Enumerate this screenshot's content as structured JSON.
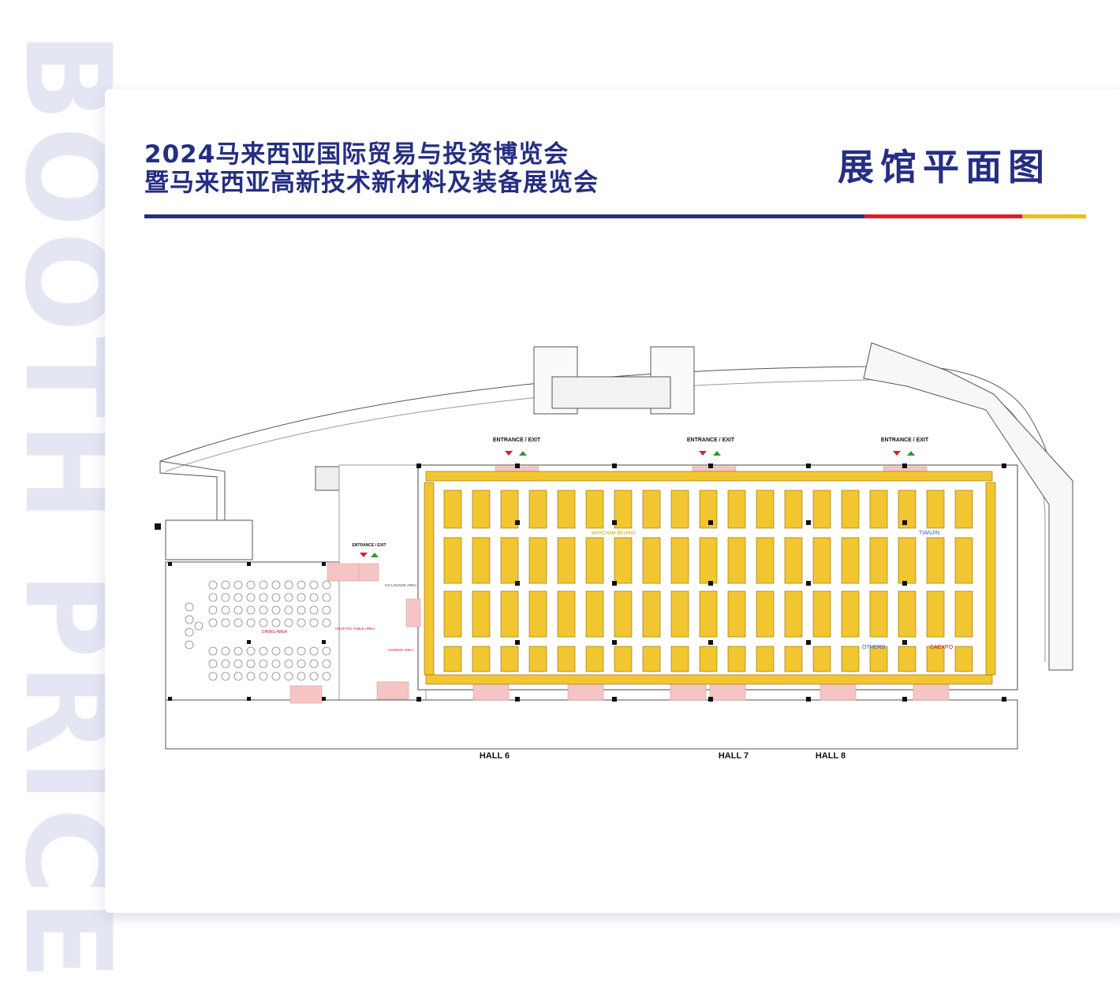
{
  "watermark": "BOOTH PRICE",
  "header": {
    "title_line1": "2024马来西亚国际贸易与投资博览会",
    "title_line2": "暨马来西亚高新技术新材料及装备展览会",
    "right_title": "展馆平面图"
  },
  "colors": {
    "brand_navy": "#262e82",
    "accent_red": "#d91f2b",
    "accent_yellow": "#f4b918",
    "booth_fill": "#f2c630",
    "service_pink": "#f5c5c5",
    "watermark": "#e4e6f3"
  },
  "floorplan": {
    "entrances": [
      "ENTRANCE / EXIT",
      "ENTRANCE / EXIT",
      "ENTRANCE / EXIT",
      "ENTRANCE / EXIT"
    ],
    "halls": [
      "HALL 6",
      "HALL 7",
      "HALL 8"
    ],
    "zones": {
      "beijing": "WAYCHAM BEIJING",
      "tianjin": "TIANJIN",
      "others": "OTHERS",
      "caexpo": "CAEXPO"
    },
    "areas": {
      "dining": "DINING AREA",
      "cocktail": "COCKTAIL TABLE AREA",
      "lounge": "LOUNGE AREA",
      "colounge": "CO-LOUNGE AREA"
    }
  }
}
